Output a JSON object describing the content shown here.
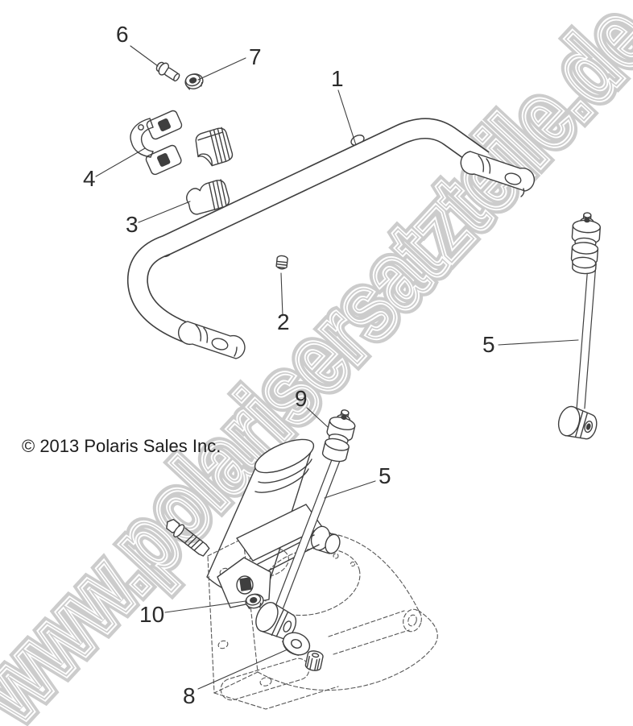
{
  "watermark": {
    "text": "www.polarisersatzteile.de",
    "color": "#cccccc"
  },
  "footer": {
    "copyright": "© 2013 Polaris Sales Inc."
  },
  "callouts": {
    "c1": "1",
    "c2": "2",
    "c3": "3",
    "c4": "4",
    "c5_right": "5",
    "c5_lower": "5",
    "c6": "6",
    "c7": "7",
    "c8": "8",
    "c9": "9",
    "c10": "10"
  },
  "colors": {
    "background": "#ffffff",
    "line": "#3f3f3f",
    "label": "#2b2b2b",
    "watermark_gray": "#cccccc"
  }
}
